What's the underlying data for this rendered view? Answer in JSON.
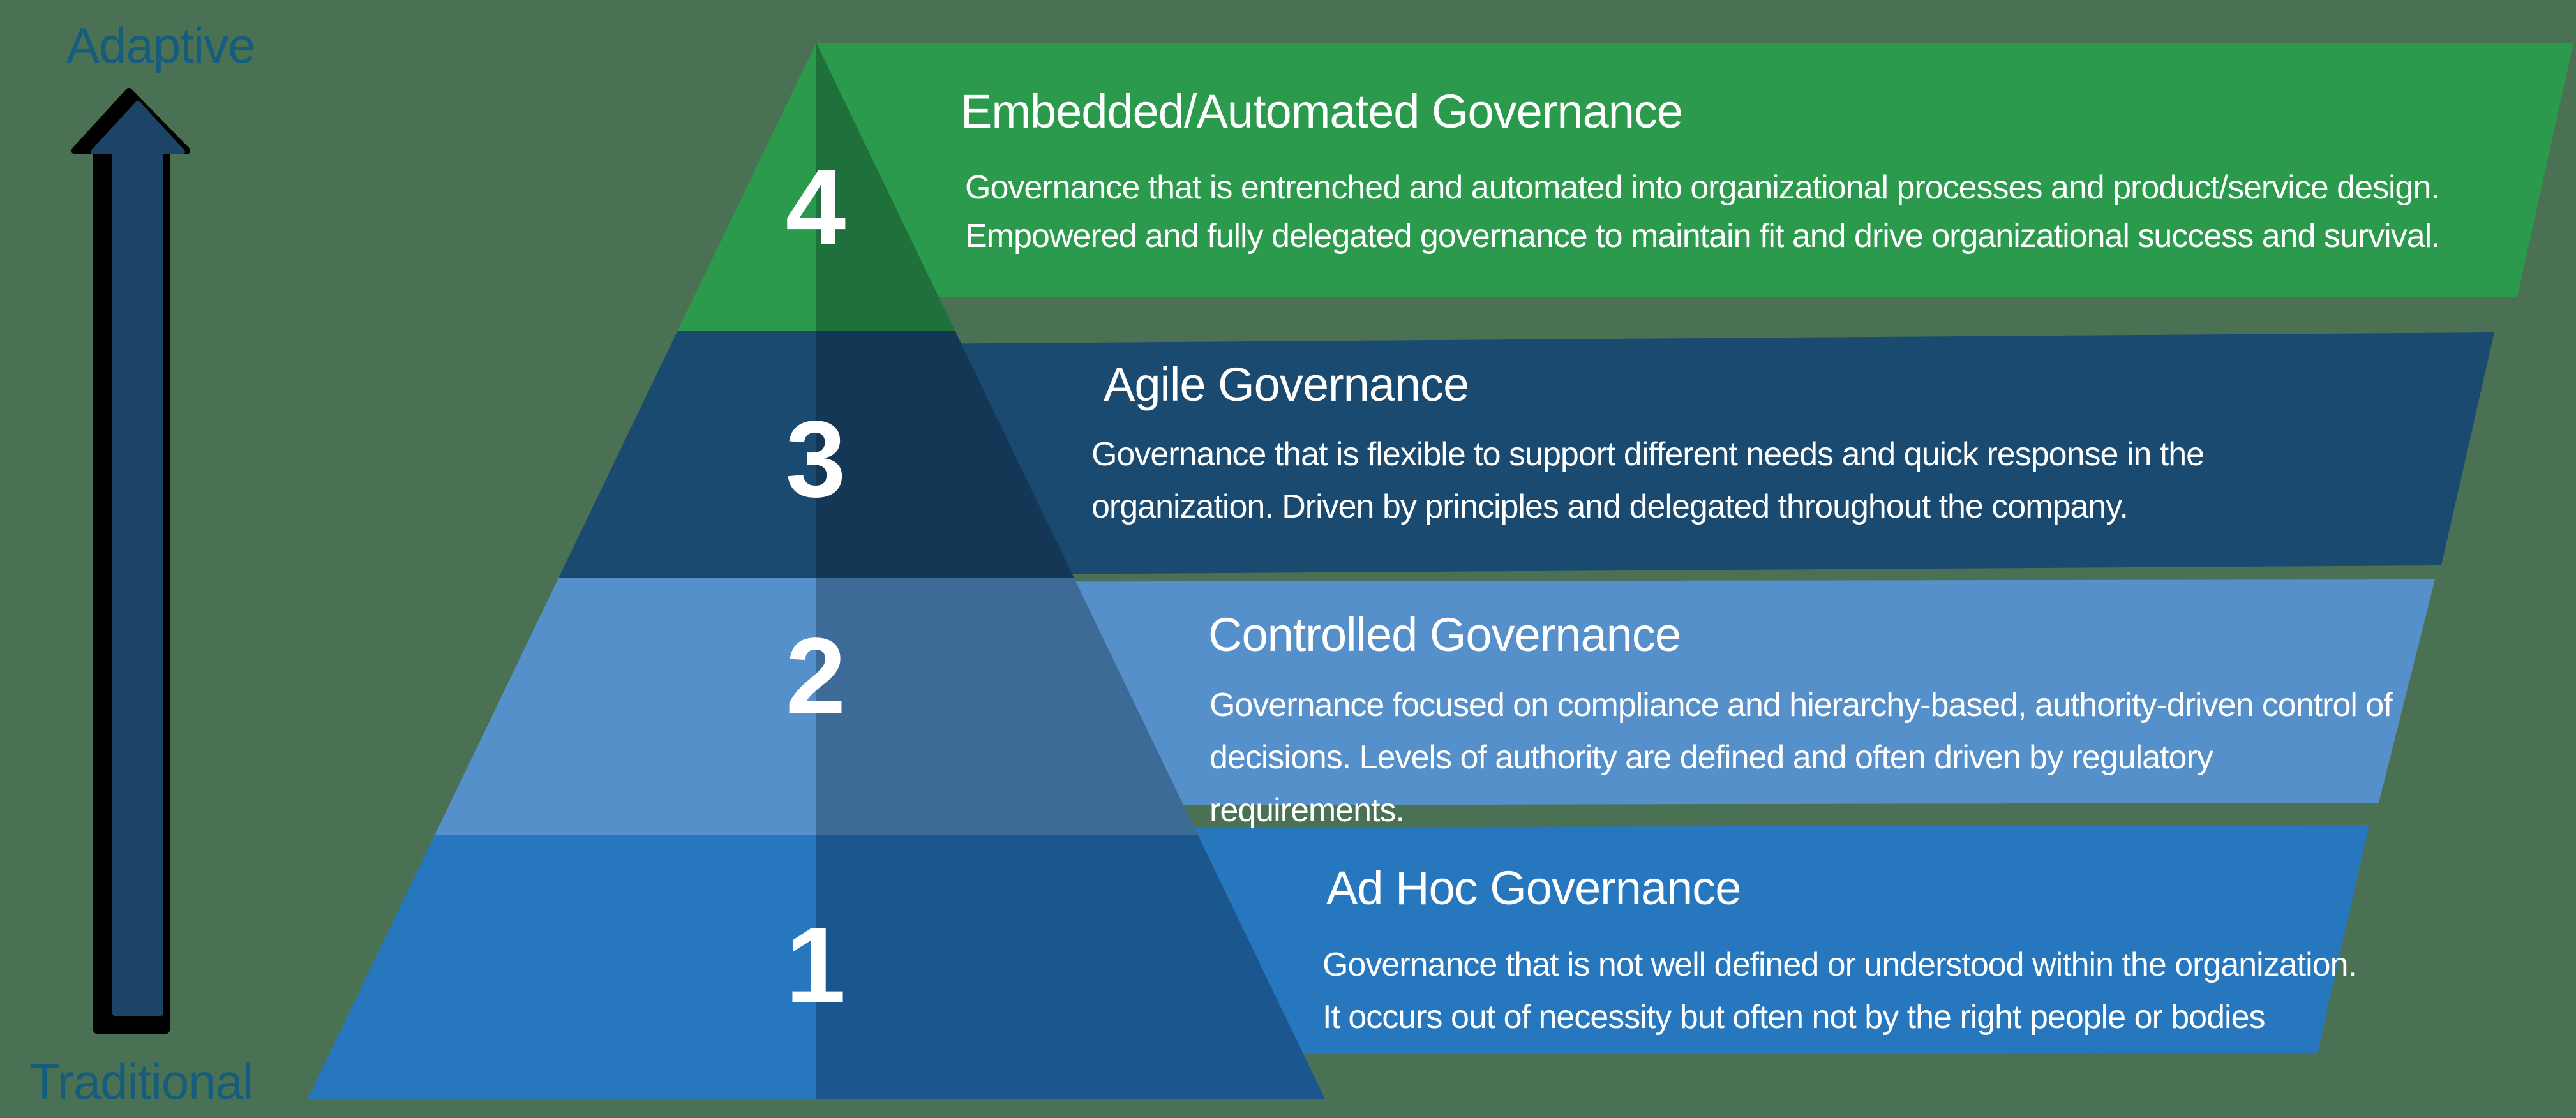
{
  "canvas": {
    "background_color": "#4A7153"
  },
  "axis": {
    "top_label": "Adaptive",
    "bottom_label": "Traditional",
    "label_color": "#155C7D",
    "arrow_fill": "#1B4466",
    "arrow_shadow_fill": "#000000"
  },
  "pyramid": {
    "shadow_fill": "#00050F"
  },
  "levels": [
    {
      "number": "4",
      "title": "Embedded/Automated Governance",
      "color": "#2B9A4C",
      "desc": [
        "Governance that is entrenched and automated into organizational processes and product/service design.",
        "Empowered and fully delegated governance to maintain fit and drive organizational success and survival."
      ]
    },
    {
      "number": "3",
      "title": "Agile Governance",
      "color": "#1B4A70",
      "desc": [
        "Governance that is flexible to support different needs and quick response in the",
        "organization. Driven by principles and delegated throughout the company."
      ]
    },
    {
      "number": "2",
      "title": "Controlled Governance",
      "color": "#5690CB",
      "desc": [
        "Governance focused on compliance and hierarchy-based, authority-driven control of",
        "decisions. Levels of authority are defined and often driven by regulatory",
        "requirements."
      ]
    },
    {
      "number": "1",
      "title": "Ad Hoc Governance",
      "color": "#2677BD",
      "desc": [
        "Governance that is not well defined or understood within the organization.",
        "It occurs out of necessity but often not by the right people or bodies"
      ]
    }
  ]
}
